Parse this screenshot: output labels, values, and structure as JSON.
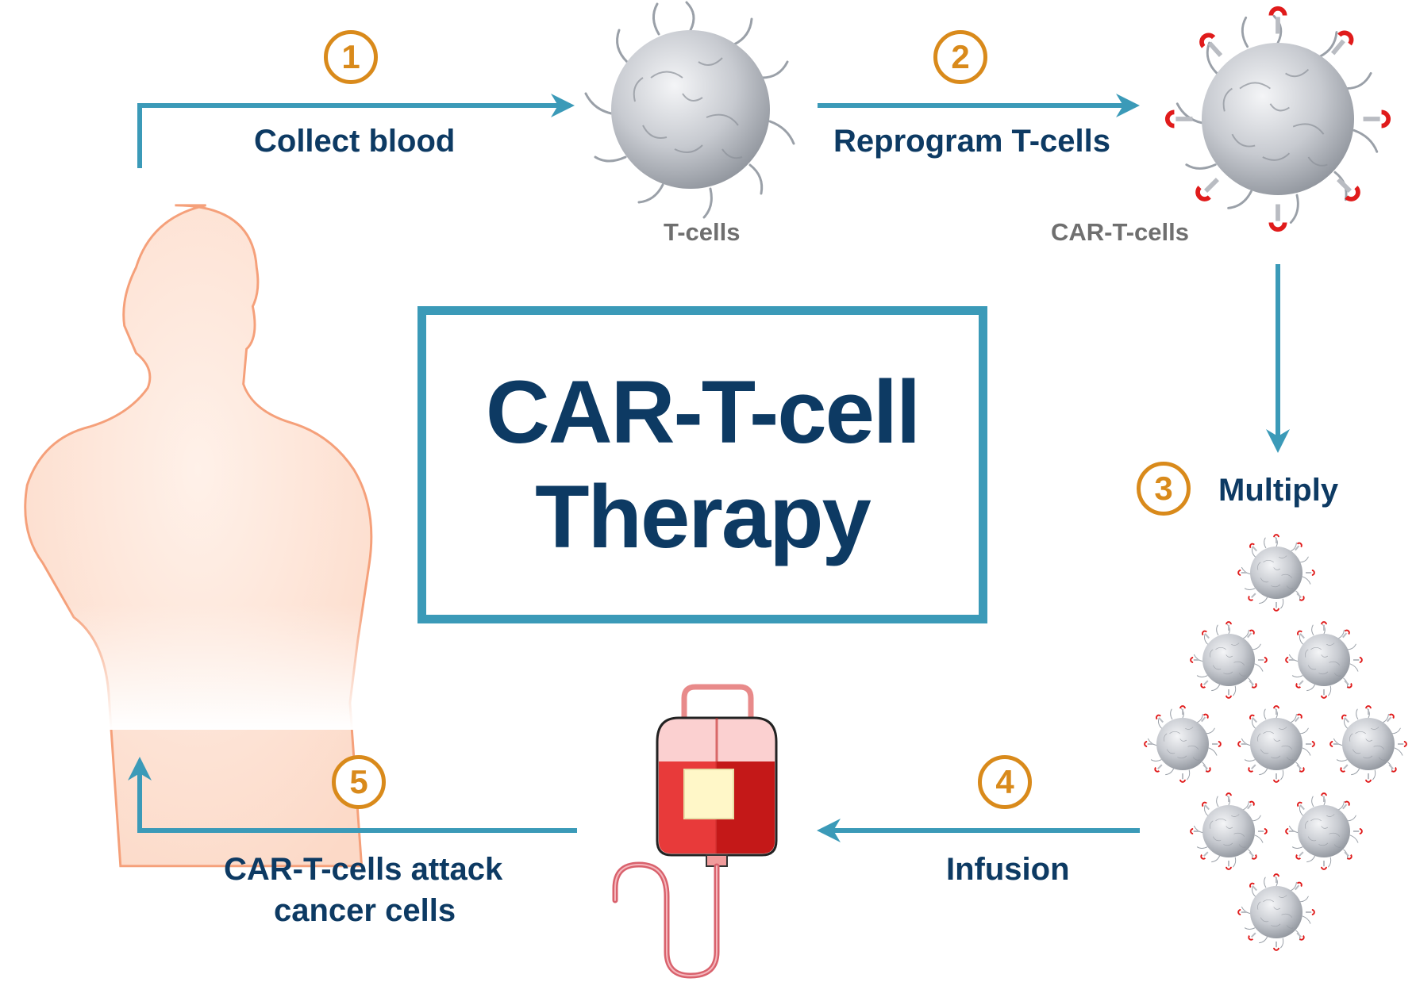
{
  "title": {
    "line1": "CAR-T-cell",
    "line2": "Therapy"
  },
  "steps": [
    {
      "number": "1",
      "label": "Collect blood"
    },
    {
      "number": "2",
      "label": "Reprogram T-cells"
    },
    {
      "number": "3",
      "label": "Multiply"
    },
    {
      "number": "4",
      "label": "Infusion"
    },
    {
      "number": "5",
      "label_line1": "CAR-T-cells attack",
      "label_line2": "cancer cells"
    }
  ],
  "cell_labels": {
    "t_cells": "T-cells",
    "car_t_cells": "CAR-T-cells"
  },
  "colors": {
    "arrow": "#3b9ab8",
    "step_number": "#d98a1b",
    "text": "#0d3a63",
    "receptor": "#e01b1b",
    "body": "#fde3d6",
    "blood_bag": "#e83a3a"
  },
  "icons": [
    "human-body-icon",
    "t-cell-icon",
    "car-t-cell-icon",
    "blood-bag-icon"
  ]
}
